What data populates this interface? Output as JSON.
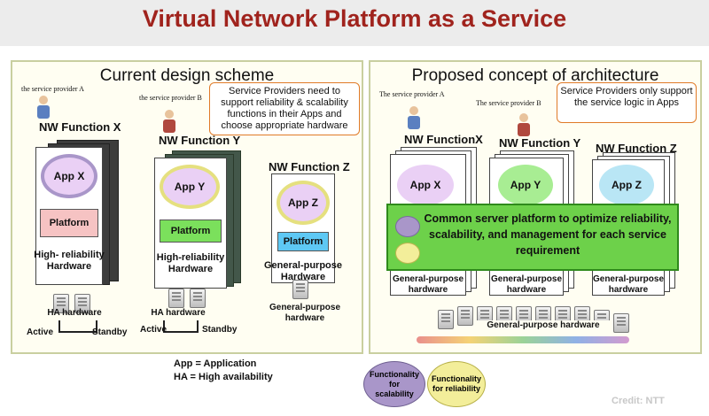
{
  "title": "Virtual Network Platform as a Service",
  "left_panel": {
    "heading": "Current design scheme",
    "provider_a": "the service provider A",
    "provider_b": "the service provider B",
    "callout": "Service Providers need to support reliability & scalability functions in their Apps and choose appropriate hardware",
    "func_x": {
      "label": "NW Function X",
      "app": "App X",
      "platform": "Platform",
      "hw": "High- reliability Hardware"
    },
    "func_y": {
      "label": "NW Function Y",
      "app": "App Y",
      "platform": "Platform",
      "hw": "High-reliability Hardware"
    },
    "func_z": {
      "label": "NW Function Z",
      "app": "App Z",
      "platform": "Platform",
      "hw": "General-purpose Hardware"
    },
    "ha_hardware_1": "HA hardware",
    "ha_hardware_2": "HA hardware",
    "active_1": "Active",
    "standby_1": "Standby",
    "active_2": "Active",
    "standby_2": "Standby",
    "gp_hardware": "General-purpose hardware"
  },
  "right_panel": {
    "heading": "Proposed concept of architecture",
    "provider_a": "The service provider A",
    "provider_b": "The service provider B",
    "callout": "Service Providers only support the service logic in Apps",
    "func_x": {
      "label": "NW FunctionX",
      "app": "App X",
      "hw": "General-purpose hardware"
    },
    "func_y": {
      "label": "NW Function Y",
      "app": "App Y",
      "hw": "General-purpose hardware"
    },
    "func_z": {
      "label": "NW Function Z",
      "app": "App Z",
      "hw": "General-purpose hardware"
    },
    "common_platform": "Common server platform to optimize reliability, scalability, and management for each service requirement",
    "gp_hardware": "General-purpose hardware"
  },
  "legend": {
    "app_def": "App = Application",
    "ha_def": "HA = High availability",
    "scalability": "Functionality for scalability",
    "reliability": "Functionality for reliability"
  },
  "credit": "Credit: NTT",
  "colors": {
    "title": "#a0231d",
    "app_fill": "#ead0f5",
    "scalability": "#a996c9",
    "reliability": "#f3ee9a",
    "platform_red": "#f6c3c3",
    "platform_green": "#7be05c",
    "platform_blue": "#5ec8f4",
    "common_platform": "#6dd14a"
  }
}
